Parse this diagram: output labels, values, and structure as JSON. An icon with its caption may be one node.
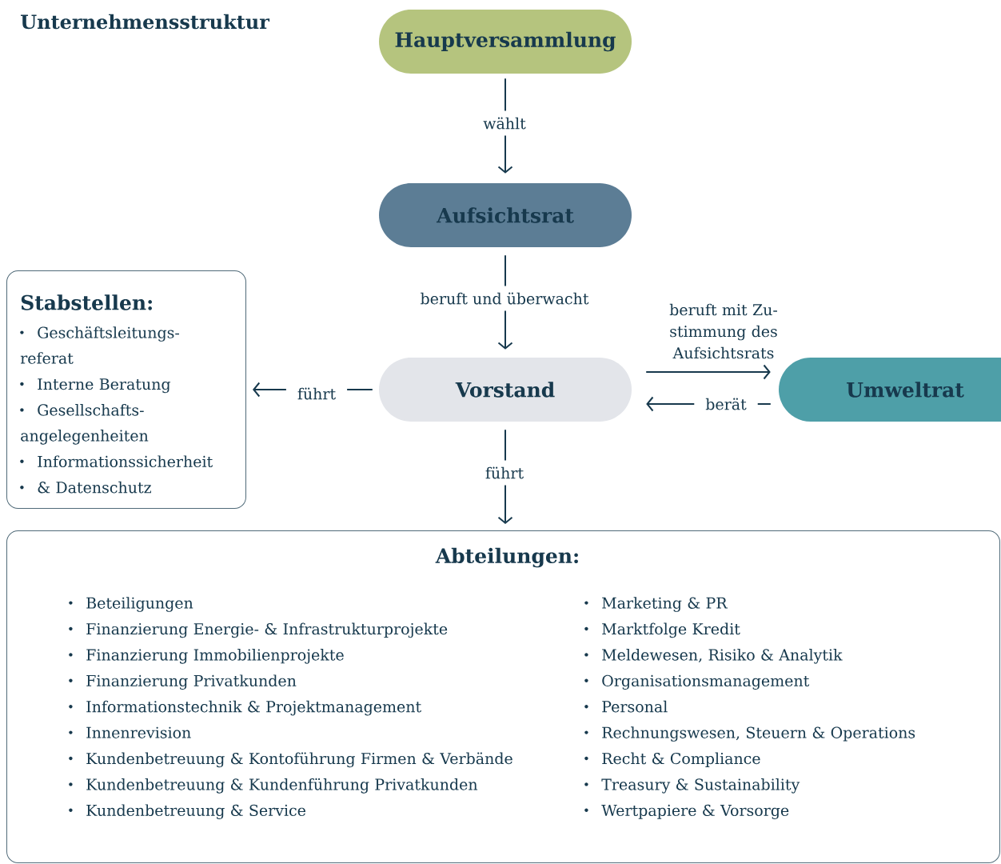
{
  "diagram": {
    "title": "Unternehmensstruktur",
    "nodes": [
      {
        "text": [
          "Hauptversammlung"
        ]
      },
      {
        "text": [
          "Aufsichtsrat"
        ]
      },
      {
        "text": [
          "Vorstand"
        ]
      },
      {
        "text": [
          "Umweltrat"
        ]
      },
      {
        "text": [
          "Stabstellen:",
          "Geschäftsleitungs- referat",
          "Interne Beratung",
          "Gesellschafts- angelegenheiten",
          "Informationssicherheit",
          "& Datenschutz"
        ]
      },
      {
        "text": [
          "Abteilungen:",
          "Beteiligungen",
          "Finanzierung Energie- & Infrastrukturprojekte",
          "Finanzierung Immobilienprojekte",
          "Finanzierung Privatkunden",
          "Informationstechnik & Projektmanagement",
          "Innenrevision",
          "Kundenbetreuung & Kontoführung Firmen & Verbände",
          "Kundenbetreuung & Kundenführung Privatkunden",
          "Kundenbetreuung & Service",
          "Marketing & PR",
          "Marktfolge Kredit",
          "Meldewesen, Risiko & Analytik",
          "Organisationsmanagement",
          "Personal",
          "Rechnungswesen, Steuern & Operations",
          "Recht & Compliance",
          "Treasury & Sustainability",
          "Wertpapiere & Vorsorge"
        ]
      }
    ],
    "edges": [
      {
        "from": 0,
        "to": 1,
        "arrow": "to",
        "label": "wählt"
      },
      {
        "from": 1,
        "to": 2,
        "arrow": "to",
        "label": "beruft und überwacht"
      },
      {
        "from": 2,
        "to": 4,
        "arrow": "to",
        "label": "führt"
      },
      {
        "from": 2,
        "to": 5,
        "arrow": "to",
        "label": "führt"
      },
      {
        "from": 2,
        "to": 3,
        "arrow": "to",
        "label": "beruft mit Zu- stimmung des Aufsichtsrats"
      },
      {
        "from": 3,
        "to": 2,
        "arrow": "to",
        "label": "berät"
      }
    ]
  }
}
